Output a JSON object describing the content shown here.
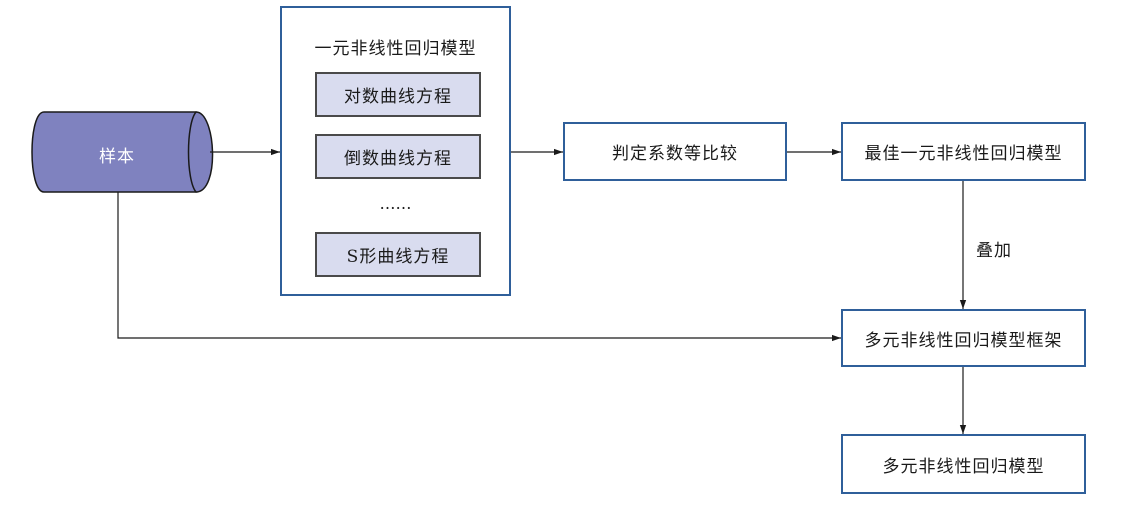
{
  "nodes": {
    "sample": "样本",
    "group_title": "一元非线性回归模型",
    "method_log": "对数曲线方程",
    "method_reciprocal": "倒数曲线方程",
    "method_ellipsis": "……",
    "method_s": "S形曲线方程",
    "compare": "判定系数等比较",
    "best_model": "最佳一元非线性回归模型",
    "framework": "多元非线性回归模型框架",
    "final_model": "多元非线性回归模型"
  },
  "edges": {
    "stack_label": "叠加"
  },
  "colors": {
    "box_border": "#2f5f9a",
    "method_fill": "#d9dcef",
    "cylinder_fill": "#7f82bf",
    "line": "#1a1a1a"
  }
}
